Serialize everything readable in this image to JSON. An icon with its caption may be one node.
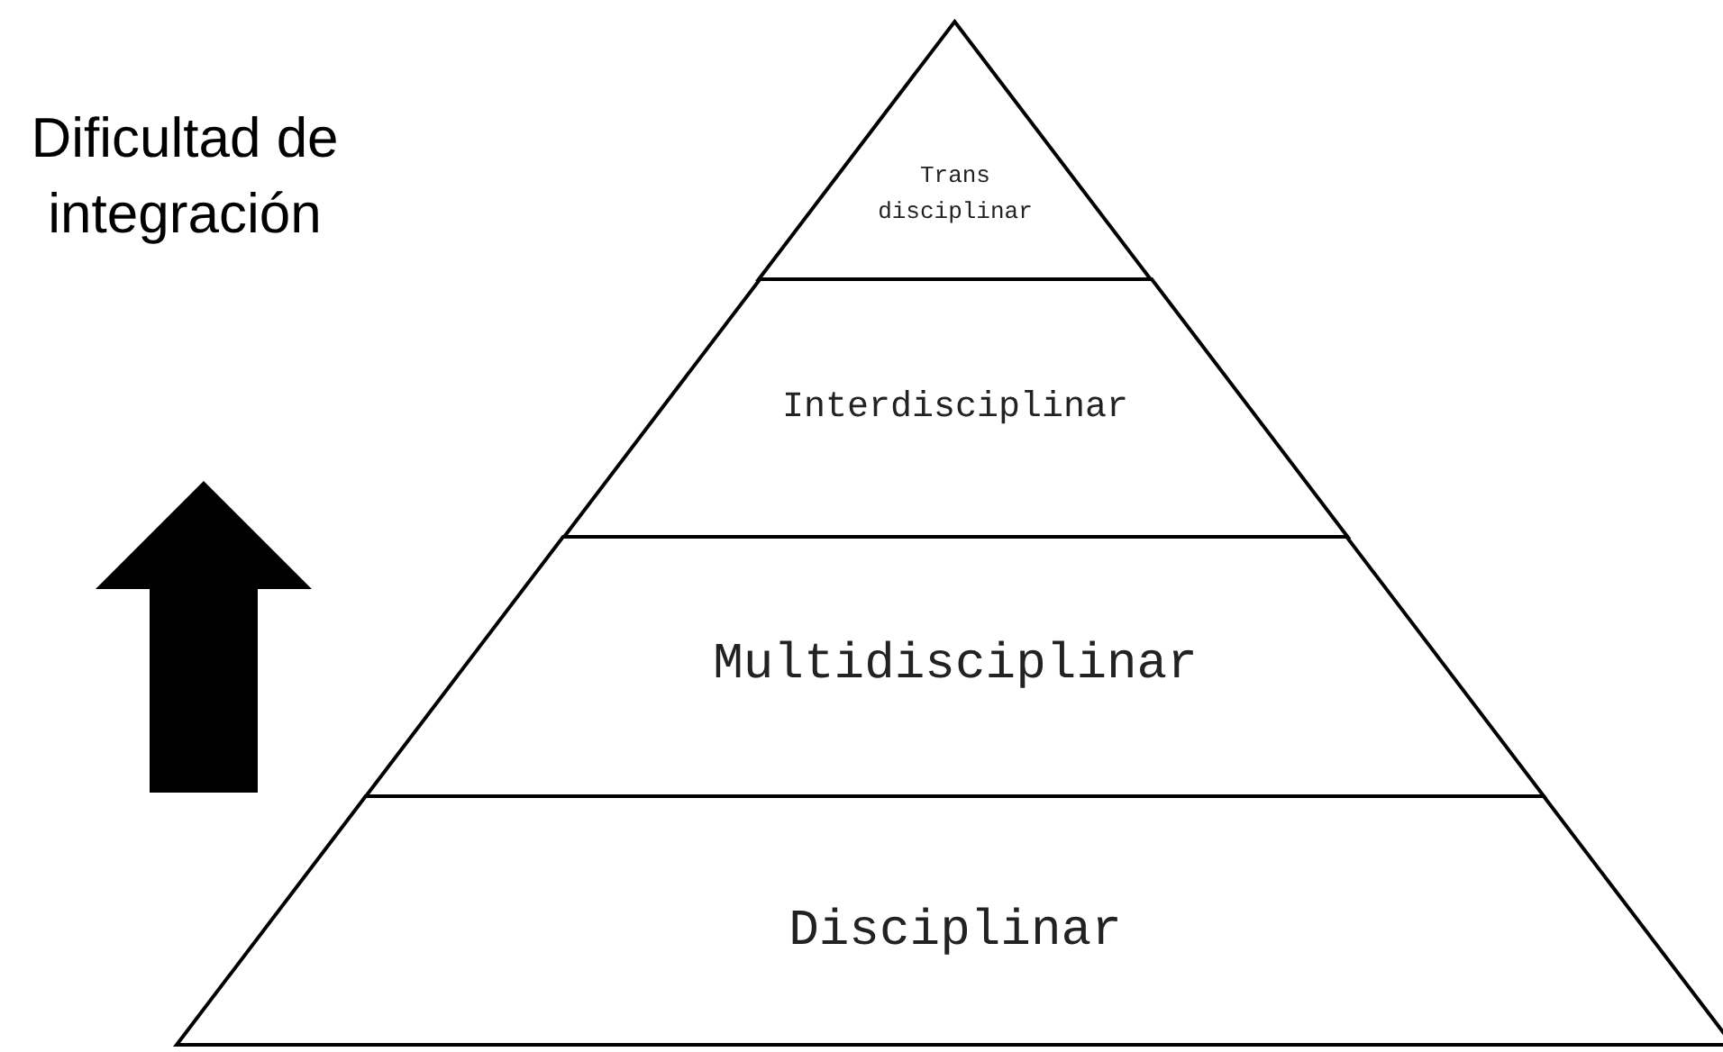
{
  "diagram": {
    "nodes": [
      {
        "text": [
          "Trans disciplinar"
        ]
      },
      {
        "text": [
          "Interdisciplinar"
        ]
      },
      {
        "text": [
          "Multidisciplinar"
        ]
      },
      {
        "text": [
          "Disciplinar"
        ]
      }
    ],
    "labels": [
      "Dificultad de integración"
    ]
  }
}
